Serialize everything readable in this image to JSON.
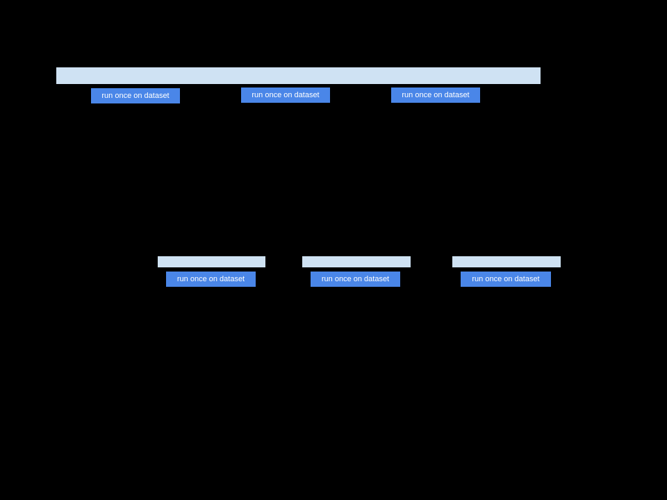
{
  "colors": {
    "background": "#000000",
    "bar_fill": "#cfe2f3",
    "button_fill": "#4a86e8",
    "button_text": "#ffffff"
  },
  "top_section": {
    "buttons": [
      {
        "label": "run once on dataset"
      },
      {
        "label": "run once on dataset"
      },
      {
        "label": "run once on dataset"
      }
    ]
  },
  "bottom_section": {
    "buttons": [
      {
        "label": "run once on dataset"
      },
      {
        "label": "run once on dataset"
      },
      {
        "label": "run once on dataset"
      }
    ]
  }
}
